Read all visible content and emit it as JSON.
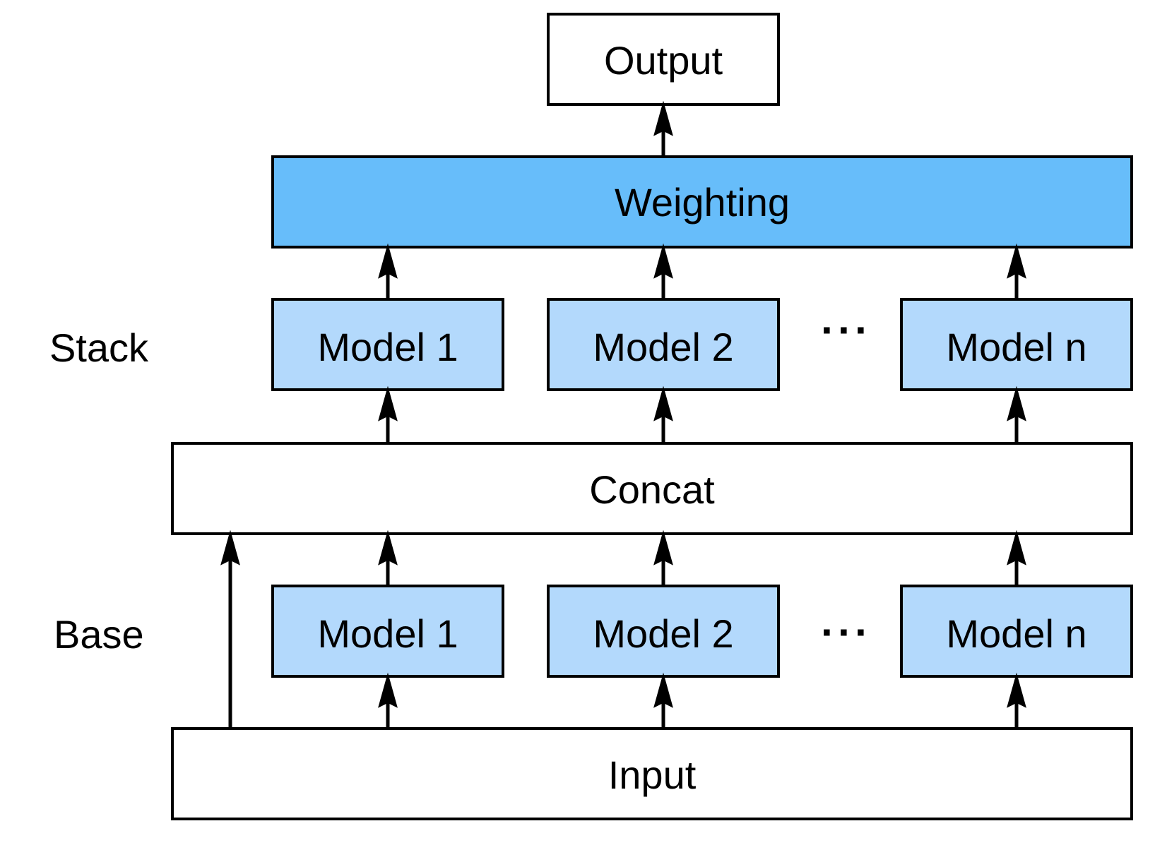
{
  "diagram": {
    "output": {
      "label": "Output",
      "fill": "#ffffff"
    },
    "weighting": {
      "label": "Weighting",
      "fill": "#67bdfa"
    },
    "stack": {
      "label": "Stack",
      "models": [
        {
          "label": "Model 1"
        },
        {
          "label": "Model 2"
        },
        {
          "label": "Model n"
        }
      ],
      "ellipsis": "···"
    },
    "concat": {
      "label": "Concat",
      "fill": "#ffffff"
    },
    "base": {
      "label": "Base",
      "models": [
        {
          "label": "Model 1"
        },
        {
          "label": "Model 2"
        },
        {
          "label": "Model n"
        }
      ],
      "ellipsis": "···"
    },
    "input": {
      "label": "Input",
      "fill": "#ffffff"
    },
    "colors": {
      "model_fill": "#b3d9fc",
      "weighting_fill": "#67bdfa",
      "stroke": "#000000"
    }
  }
}
